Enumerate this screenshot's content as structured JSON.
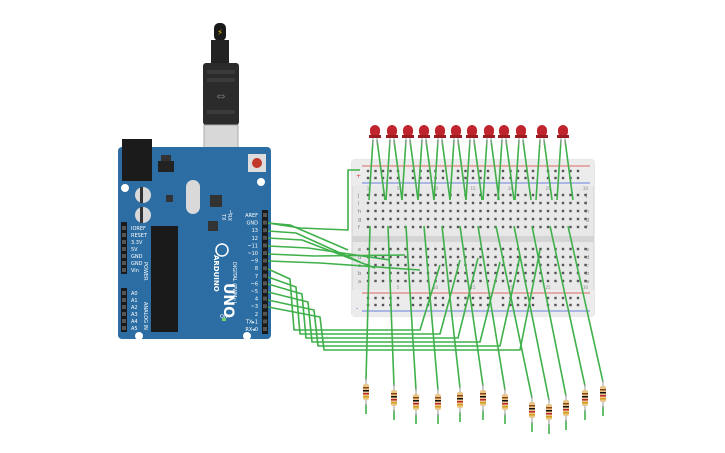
{
  "board": {
    "brand": "ARDUINO",
    "model": "UNO",
    "digital_header_label": "DIGITAL (PWM~)",
    "power_header_label": "POWER",
    "analog_header_label": "ANALOG IN",
    "tx_label": "TX",
    "rx_label": "RX",
    "on_label": "ON",
    "l_label": "L",
    "digital_pins": [
      "AREF",
      "GND",
      "13",
      "12",
      "~11",
      "~10",
      "~9",
      "8",
      "7",
      "~6",
      "~5",
      "4",
      "~3",
      "2",
      "TX▸1",
      "RX◂0"
    ],
    "power_pins": [
      "IOREF",
      "RESET",
      "3.3V",
      "5V",
      "GND",
      "GND",
      "Vin"
    ],
    "analog_pins": [
      "A0",
      "A1",
      "A2",
      "A3",
      "A4",
      "A5"
    ]
  },
  "breadboard": {
    "column_numbers": [
      "1",
      "5",
      "10",
      "15",
      "20",
      "25",
      "30"
    ],
    "row_letters_top": [
      "j",
      "i",
      "h",
      "g",
      "f"
    ],
    "row_letters_bottom": [
      "e",
      "d",
      "c",
      "b",
      "a"
    ],
    "rail_plus": "+",
    "rail_minus": "-"
  },
  "colors": {
    "board_blue": "#2c6ea3",
    "wire_green": "#3fb04a",
    "led_red": "#c0252e",
    "breadboard": "#e8e8e8",
    "resistor_body": "#e8c58a"
  },
  "led_count": 12,
  "resistor_count": 12
}
